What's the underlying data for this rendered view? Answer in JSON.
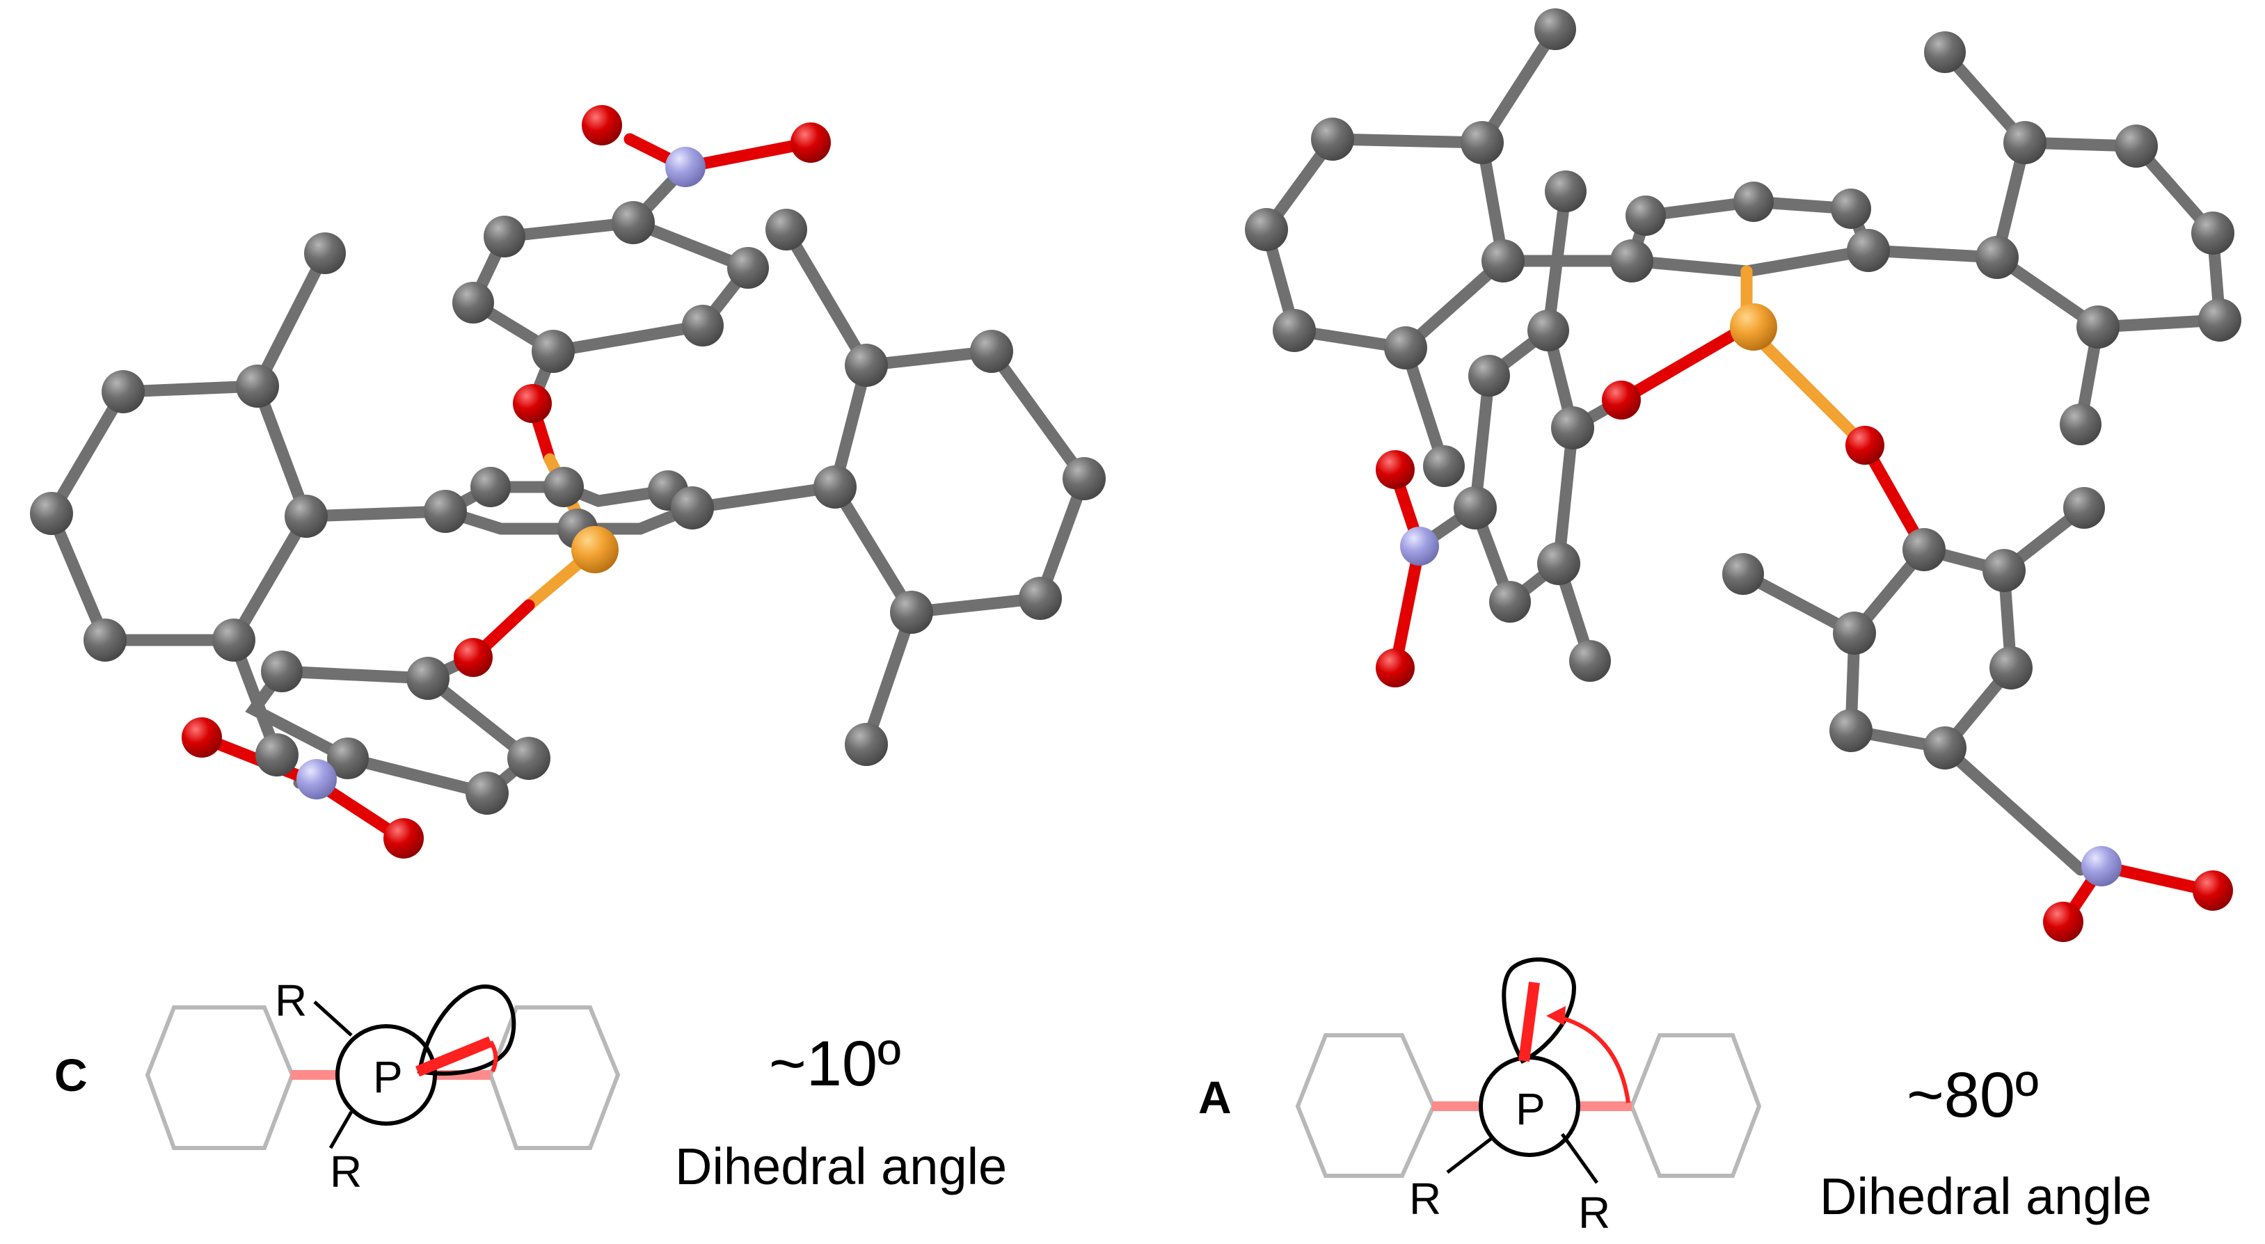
{
  "colors": {
    "carbon": "#6b6b6b",
    "carbon_bond": "#707070",
    "oxygen": "#d40000",
    "nitrogen": "#9c9cde",
    "phosphorus": "#f0a030",
    "highlight": "#ff2020",
    "link_bond": "#ff8a8a",
    "ring_outline": "#b8b8b8"
  },
  "panels": {
    "conformer_c": {
      "letter": "C",
      "phosphorus_label": "P",
      "substituent_top": "R",
      "substituent_bottom": "R",
      "angle_value": "~10º",
      "angle_caption": "Dihedral angle"
    },
    "conformer_a": {
      "letter": "A",
      "phosphorus_label": "P",
      "substituent_left": "R",
      "substituent_right": "R",
      "angle_value": "~80º",
      "angle_caption": "Dihedral angle"
    }
  }
}
